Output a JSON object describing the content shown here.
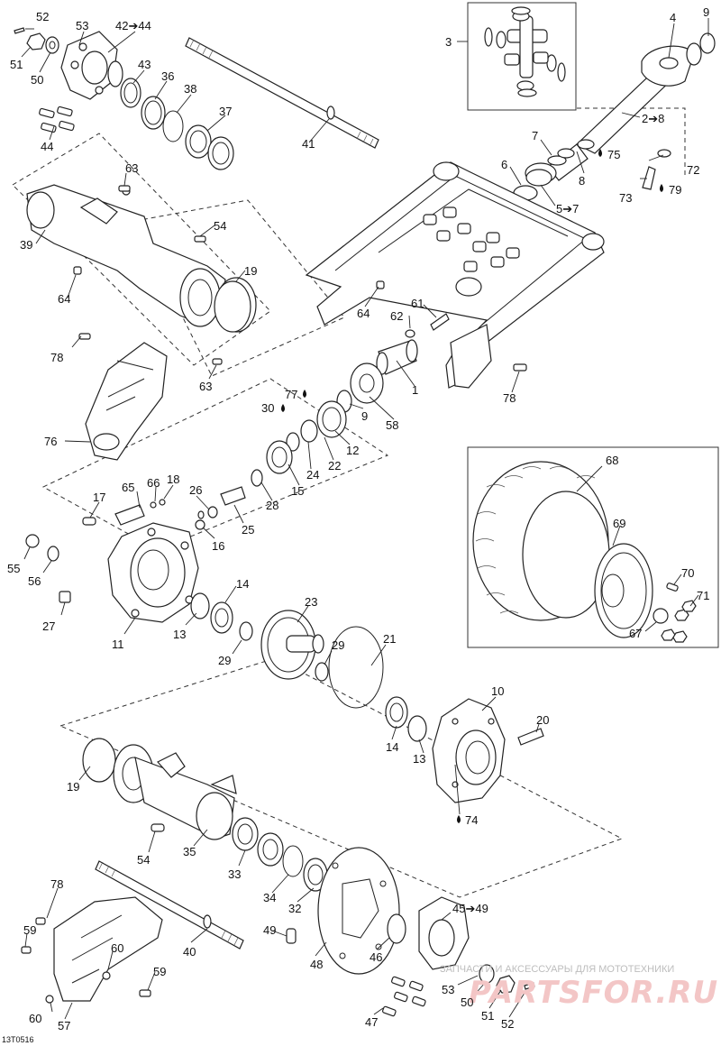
{
  "diagram_id": "13T0516",
  "watermark": {
    "line1": "ЗАПЧАСТИ И АКСЕССУАРЫ ДЛЯ МОТОТЕХНИКИ",
    "line2": "PARTSFOR.RU"
  },
  "parts": [
    {
      "id": "p52a",
      "label": "52"
    },
    {
      "id": "p53a",
      "label": "53"
    },
    {
      "id": "p42a",
      "label": "42➔44"
    },
    {
      "id": "p51a",
      "label": "51"
    },
    {
      "id": "p50a",
      "label": "50"
    },
    {
      "id": "p43",
      "label": "43"
    },
    {
      "id": "p36",
      "label": "36"
    },
    {
      "id": "p38",
      "label": "38"
    },
    {
      "id": "p37",
      "label": "37"
    },
    {
      "id": "p44",
      "label": "44"
    },
    {
      "id": "p41",
      "label": "41"
    },
    {
      "id": "p3",
      "label": "3"
    },
    {
      "id": "p4",
      "label": "4"
    },
    {
      "id": "p9a",
      "label": "9"
    },
    {
      "id": "p2",
      "label": "2➔8"
    },
    {
      "id": "p7",
      "label": "7"
    },
    {
      "id": "p6",
      "label": "6"
    },
    {
      "id": "p75",
      "label": "75"
    },
    {
      "id": "p8",
      "label": "8"
    },
    {
      "id": "p72",
      "label": "72"
    },
    {
      "id": "p73",
      "label": "73"
    },
    {
      "id": "p79",
      "label": "79"
    },
    {
      "id": "p5",
      "label": "5➔7"
    },
    {
      "id": "p63a",
      "label": "63"
    },
    {
      "id": "p39",
      "label": "39"
    },
    {
      "id": "p54a",
      "label": "54"
    },
    {
      "id": "p19a",
      "label": "19"
    },
    {
      "id": "p64a",
      "label": "64"
    },
    {
      "id": "p64b",
      "label": "64"
    },
    {
      "id": "p61",
      "label": "61"
    },
    {
      "id": "p62",
      "label": "62"
    },
    {
      "id": "p78a",
      "label": "78"
    },
    {
      "id": "p63b",
      "label": "63"
    },
    {
      "id": "p1",
      "label": "1"
    },
    {
      "id": "p78b",
      "label": "78"
    },
    {
      "id": "p77",
      "label": "77"
    },
    {
      "id": "p30",
      "label": "30"
    },
    {
      "id": "p9b",
      "label": "9"
    },
    {
      "id": "p58",
      "label": "58"
    },
    {
      "id": "p76",
      "label": "76"
    },
    {
      "id": "p12",
      "label": "12"
    },
    {
      "id": "p22",
      "label": "22"
    },
    {
      "id": "p24",
      "label": "24"
    },
    {
      "id": "p15",
      "label": "15"
    },
    {
      "id": "p28",
      "label": "28"
    },
    {
      "id": "p68",
      "label": "68"
    },
    {
      "id": "p65",
      "label": "65"
    },
    {
      "id": "p66",
      "label": "66"
    },
    {
      "id": "p18",
      "label": "18"
    },
    {
      "id": "p17",
      "label": "17"
    },
    {
      "id": "p26",
      "label": "26"
    },
    {
      "id": "p25",
      "label": "25"
    },
    {
      "id": "p16",
      "label": "16"
    },
    {
      "id": "p69",
      "label": "69"
    },
    {
      "id": "p55",
      "label": "55"
    },
    {
      "id": "p56",
      "label": "56"
    },
    {
      "id": "p70",
      "label": "70"
    },
    {
      "id": "p71",
      "label": "71"
    },
    {
      "id": "p27",
      "label": "27"
    },
    {
      "id": "p14a",
      "label": "14"
    },
    {
      "id": "p23",
      "label": "23"
    },
    {
      "id": "p67",
      "label": "67"
    },
    {
      "id": "p13a",
      "label": "13"
    },
    {
      "id": "p11",
      "label": "11"
    },
    {
      "id": "p29a",
      "label": "29"
    },
    {
      "id": "p29b",
      "label": "29"
    },
    {
      "id": "p21",
      "label": "21"
    },
    {
      "id": "p10",
      "label": "10"
    },
    {
      "id": "p20",
      "label": "20"
    },
    {
      "id": "p14b",
      "label": "14"
    },
    {
      "id": "p13b",
      "label": "13"
    },
    {
      "id": "p19b",
      "label": "19"
    },
    {
      "id": "p74",
      "label": "74"
    },
    {
      "id": "p54b",
      "label": "54"
    },
    {
      "id": "p35",
      "label": "35"
    },
    {
      "id": "p33",
      "label": "33"
    },
    {
      "id": "p34",
      "label": "34"
    },
    {
      "id": "p32",
      "label": "32"
    },
    {
      "id": "p78c",
      "label": "78"
    },
    {
      "id": "p45",
      "label": "45➔49"
    },
    {
      "id": "p59a",
      "label": "59"
    },
    {
      "id": "p40",
      "label": "40"
    },
    {
      "id": "p49",
      "label": "49"
    },
    {
      "id": "p60a",
      "label": "60"
    },
    {
      "id": "p48",
      "label": "48"
    },
    {
      "id": "p46",
      "label": "46"
    },
    {
      "id": "p59b",
      "label": "59"
    },
    {
      "id": "p53b",
      "label": "53"
    },
    {
      "id": "p50b",
      "label": "50"
    },
    {
      "id": "p60b",
      "label": "60"
    },
    {
      "id": "p57",
      "label": "57"
    },
    {
      "id": "p47",
      "label": "47"
    },
    {
      "id": "p51b",
      "label": "51"
    },
    {
      "id": "p52b",
      "label": "52"
    }
  ]
}
